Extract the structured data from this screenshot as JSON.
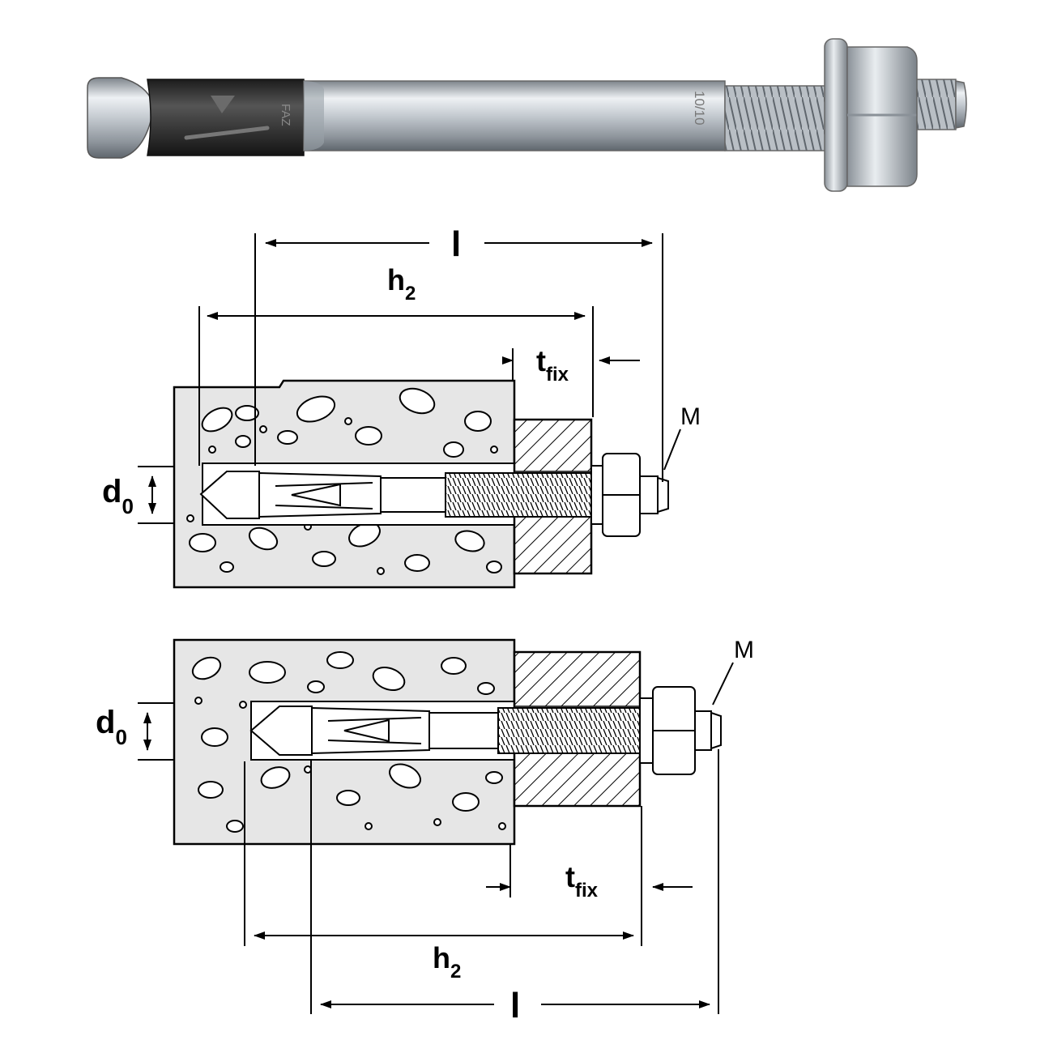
{
  "photo": {
    "sleeve_marking": "FAZ",
    "bolt_marking": "10/10"
  },
  "labels": {
    "top": {
      "l": "l",
      "h": "h",
      "h_sub": "2",
      "t": "t",
      "t_sub": "fix",
      "d": "d",
      "d_sub": "0",
      "m": "M"
    },
    "bottom": {
      "l": "l",
      "h": "h",
      "h_sub": "2",
      "t": "t",
      "t_sub": "fix",
      "d": "d",
      "d_sub": "0",
      "m": "M"
    }
  },
  "colors": {
    "concrete": "#e6e6e6",
    "line": "#000000",
    "sleeve": "#3a3a3a",
    "zinc": "#c9ced4"
  }
}
